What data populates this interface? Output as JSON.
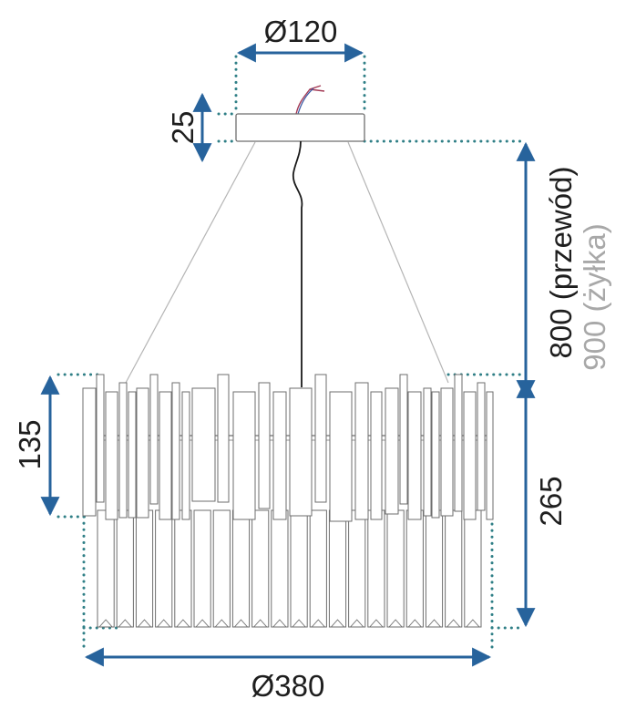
{
  "dimensions": {
    "canopy_diameter": "Ø120",
    "canopy_height": "25",
    "drop_cable": "800 (przewód)",
    "drop_wire": "900 (żyłka)",
    "crystal_height": "135",
    "body_height": "265",
    "body_diameter": "Ø380"
  },
  "colors": {
    "dimension_arrow": "#27639c",
    "guide_dots": "#2f7f86",
    "text": "#1e1e1e",
    "text_secondary": "#a8a8a8",
    "cable": "#1a1a1a",
    "wire": "#b5b5b5",
    "outline": "#6e6e6e"
  }
}
